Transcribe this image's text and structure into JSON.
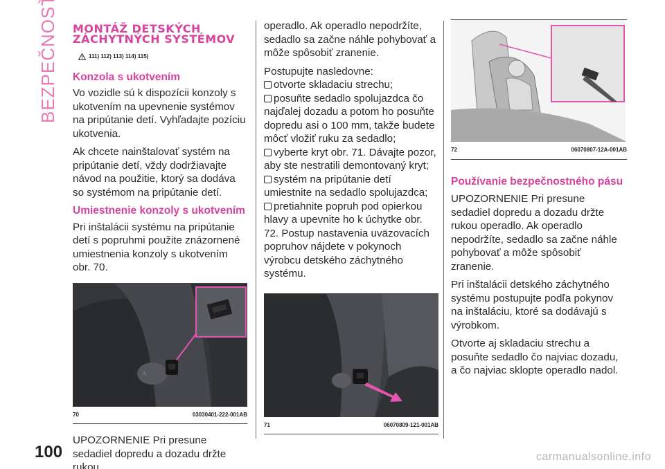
{
  "page": {
    "section_tab": "BEZPEČNOSŤ",
    "page_number": "100",
    "watermark": "carmanualsonline.info"
  },
  "col1": {
    "heading": "MONTÁŽ DETSKÝCH ZÁCHYTNÝCH SYSTÉMOV",
    "warning_refs": "111) 112) 113) 114) 115)",
    "sub1": "Konzola s ukotvením",
    "p1": "Vo vozidle sú k dispozícii konzoly s ukotvením na upevnenie systémov na pripútanie detí. Vyhľadajte pozíciu ukotvenia.",
    "p2": "Ak chcete nainštalovať systém na pripútanie detí, vždy dodržiavajte návod na použitie, ktorý sa dodáva so systémom na pripútanie detí.",
    "sub2": "Umiestnenie konzoly s ukotvením",
    "p3": "Pri inštalácii systému na pripútanie detí s popruhmi použite znázornené umiestnenia konzoly s ukotvením obr. 70.",
    "fig_num": "70",
    "fig_code": "03030401-222-001AB",
    "p4": "UPOZORNENIE Pri presune sedadiel dopredu a dozadu držte rukou"
  },
  "col2": {
    "p1": "operadlo. Ak operadlo nepodržíte, sedadlo sa začne náhle pohybovať a môže spôsobiť zranenie.",
    "p2": "Postupujte nasledovne:",
    "steps": [
      "otvorte skladaciu strechu;",
      "posuňte sedadlo spolujazdca čo najďalej dozadu a potom ho posuňte dopredu asi o 100 mm, takže budete môcť vložiť ruku za sedadlo;",
      "vyberte kryt obr. 71. Dávajte pozor, aby ste nestratili demontovaný kryt;",
      "systém na pripútanie detí umiestnite na sedadlo spolujazdca;",
      "pretiahnite popruh pod opierkou hlavy a upevnite ho k úchytke obr. 72. Postup nastavenia uväzovacích popruhov nájdete v pokynoch výrobcu detského záchytného systému."
    ],
    "fig_num": "71",
    "fig_code": "06070809-121-001AB"
  },
  "col3": {
    "fig_num": "72",
    "fig_code": "06070807-12A-001AB",
    "sub1": "Používanie bezpečnostného pásu",
    "p1": "UPOZORNENIE Pri presune sedadiel dopredu a dozadu držte rukou operadlo. Ak operadlo nepodržíte, sedadlo sa začne náhle pohybovať a môže spôsobiť zranenie.",
    "p2": "Pri inštalácii detského záchytného systému postupujte podľa pokynov na inštaláciu, ktoré sa dodávajú s výrobkom.",
    "p3": "Otvorte aj skladaciu strechu a posuňte sedadlo čo najviac dozadu, a čo najviac sklopte operadlo nadol."
  },
  "colors": {
    "accent": "#d6449d",
    "tab": "#e87ab8"
  }
}
